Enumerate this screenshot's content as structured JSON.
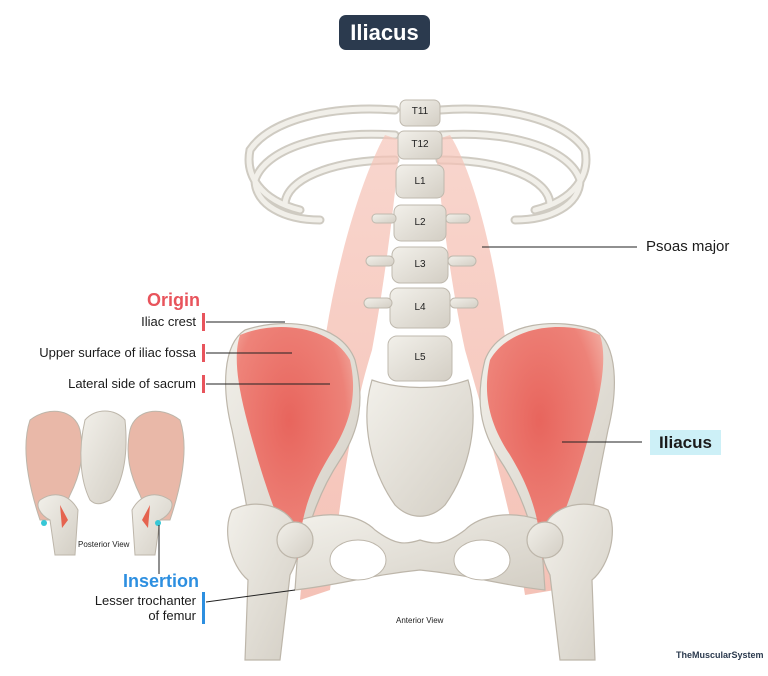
{
  "title": "Iliacus",
  "origin": {
    "heading": "Origin",
    "items": [
      "Iliac crest",
      "Upper surface of iliac fossa",
      "Lateral side of sacrum"
    ],
    "accent": "#e8545c"
  },
  "insertion": {
    "heading": "Insertion",
    "lines": [
      "Lesser trochanter",
      "of femur"
    ],
    "accent": "#2d8fe0"
  },
  "psoas_label": "Psoas major",
  "iliacus_label": "Iliacus",
  "iliacus_highlight": "#cdf0f7",
  "vertebrae": [
    "T11",
    "T12",
    "L1",
    "L2",
    "L3",
    "L4",
    "L5"
  ],
  "views": {
    "posterior": "Posterior View",
    "anterior": "Anterior View"
  },
  "brand": "TheMuscularSystem",
  "colors": {
    "bone": "#e9e6de",
    "bone_shadow": "#cfcac0",
    "muscle": "#ec6e64",
    "psoas": "#f3b5a8",
    "title_bg": "#2b3a4e"
  }
}
